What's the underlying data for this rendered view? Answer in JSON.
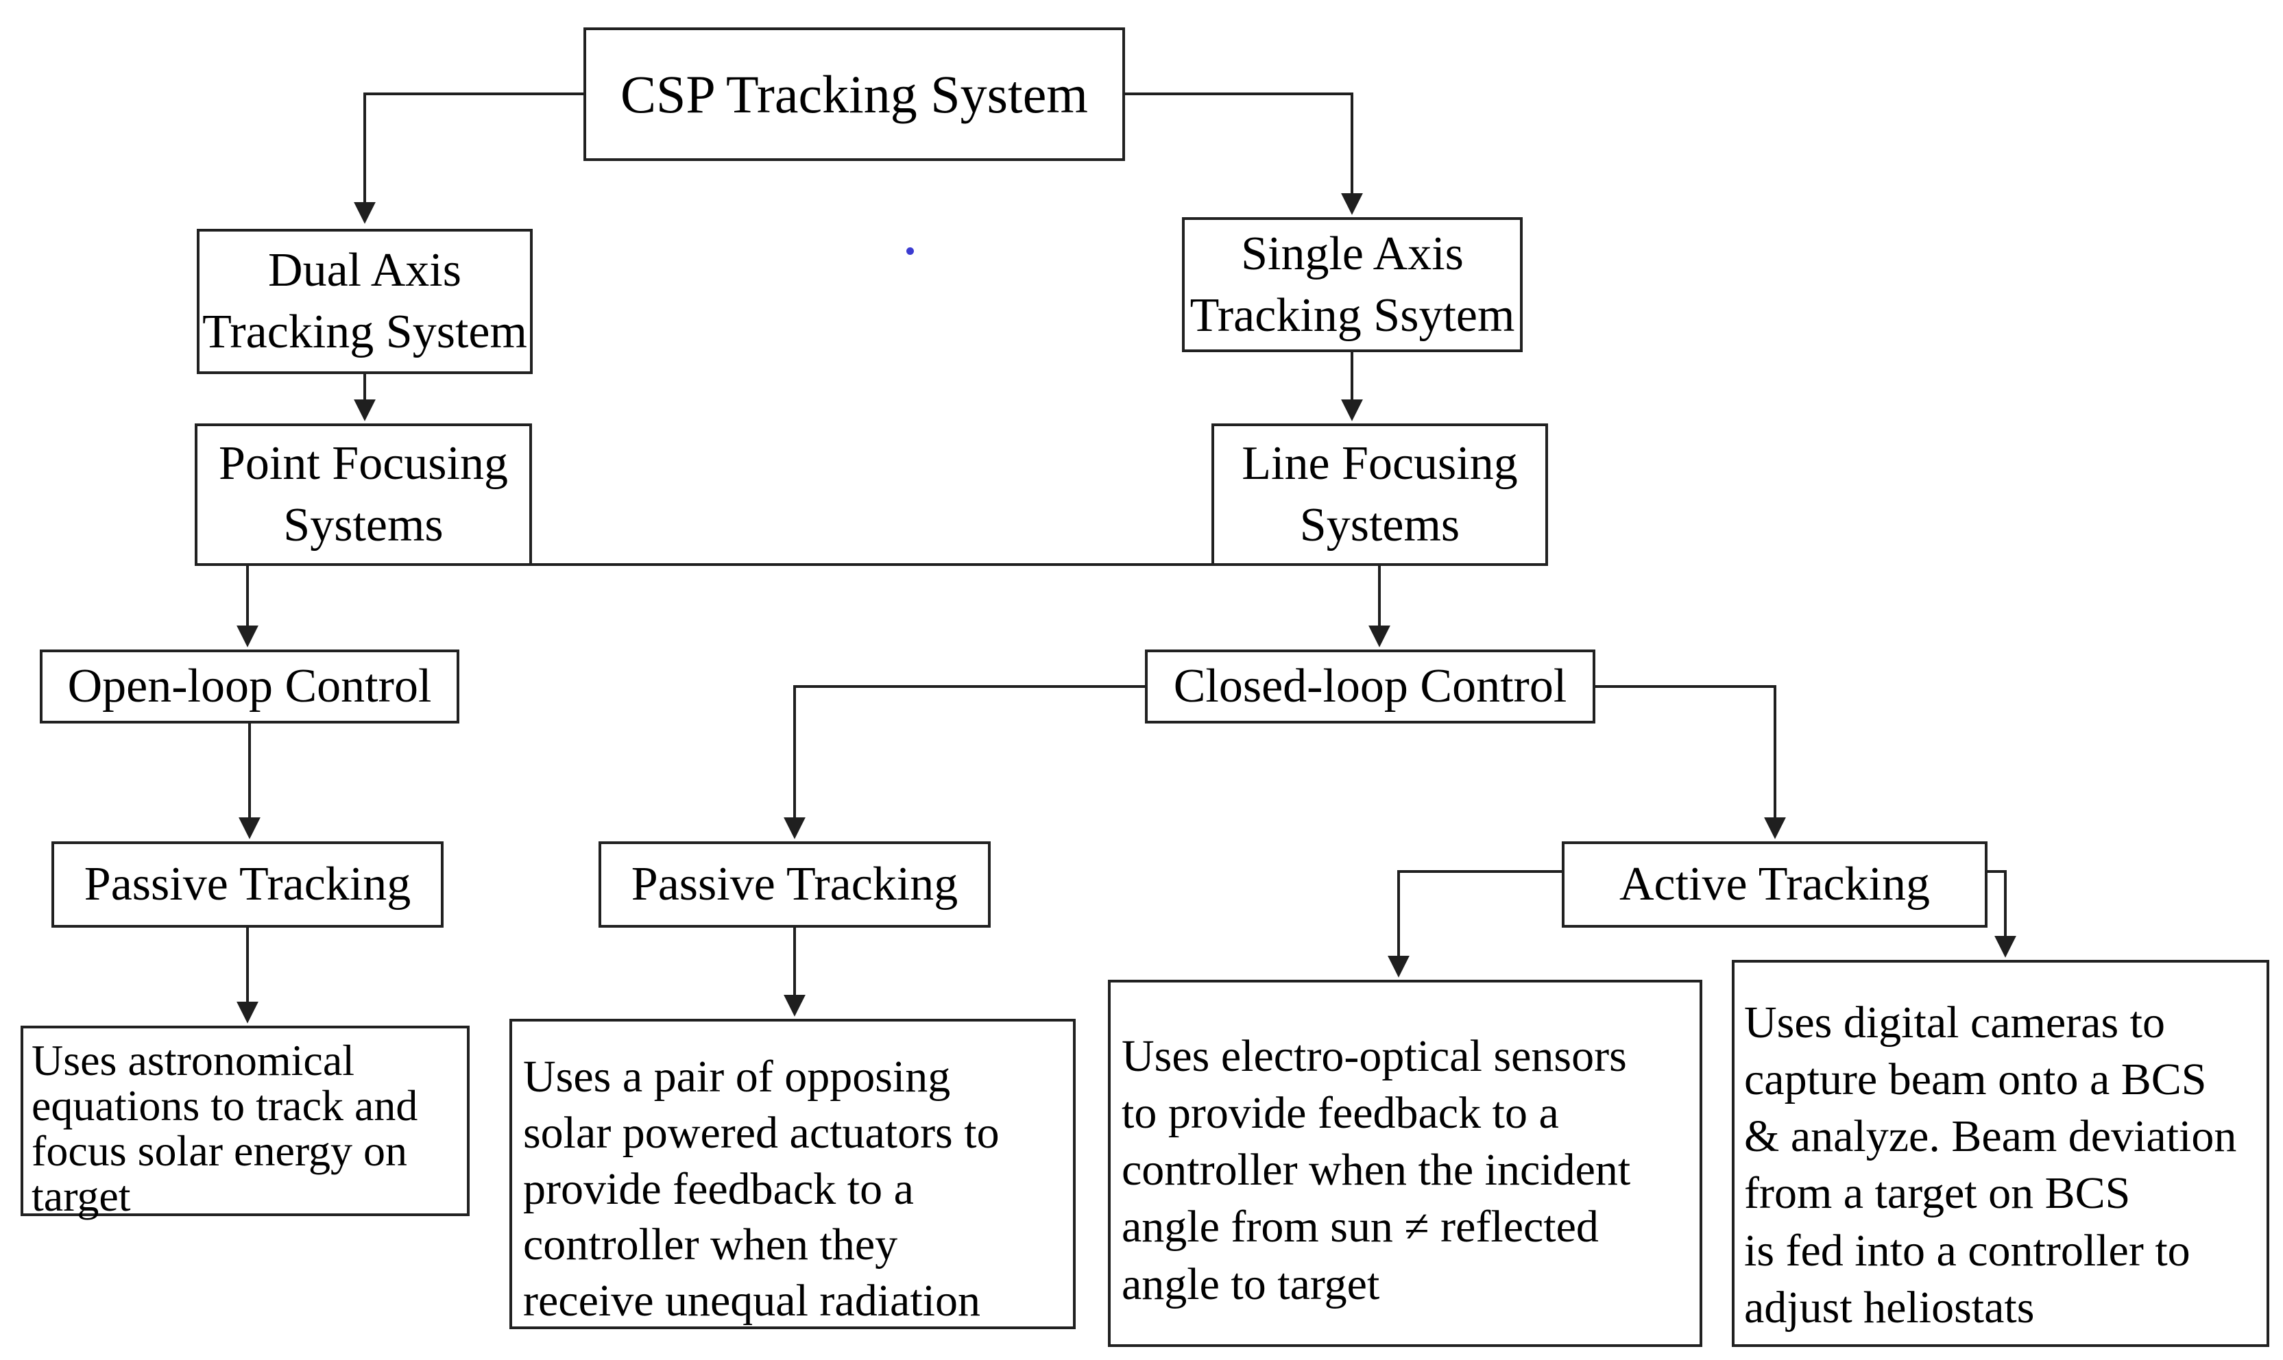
{
  "diagram": {
    "title": "CSP Tracking System flowchart",
    "colors": {
      "line": "#1f1f1f",
      "box_background": "#ffffff",
      "text": "#000000",
      "stray_dot": "#3b3bd1"
    },
    "nodes": {
      "csp": {
        "label": "CSP Tracking System"
      },
      "dual": {
        "label": "Dual Axis\nTracking System"
      },
      "single": {
        "label": "Single Axis\nTracking Ssytem"
      },
      "point": {
        "label": "Point Focusing\nSystems"
      },
      "line": {
        "label": "Line Focusing\nSystems"
      },
      "open_loop": {
        "label": "Open-loop Control"
      },
      "closed_loop": {
        "label": "Closed-loop Control"
      },
      "passive_left": {
        "label": "Passive Tracking"
      },
      "passive_mid": {
        "label": "Passive Tracking"
      },
      "active": {
        "label": "Active Tracking"
      },
      "desc_astronomical": {
        "label": "Uses astronomical\nequations to track and\nfocus solar energy on\ntarget"
      },
      "desc_actuators": {
        "label": "Uses a pair of opposing\nsolar powered actuators to\nprovide feedback to a\ncontroller when they\nreceive unequal radiation"
      },
      "desc_sensors": {
        "label": "Uses electro-optical sensors\nto provide feedback to a\ncontroller when the incident\nangle from sun ≠ reflected\nangle to target"
      },
      "desc_cameras": {
        "label": "Uses digital cameras to\ncapture beam onto a BCS\n& analyze. Beam deviation\nfrom a target on BCS\nis  fed into a controller to\nadjust heliostats"
      }
    },
    "edges": [
      "CSP Tracking System -> Dual Axis Tracking System",
      "CSP Tracking System -> Single Axis Tracking Ssytem",
      "Dual Axis Tracking System -> Point Focusing Systems",
      "Single Axis Tracking Ssytem -> Line Focusing Systems",
      "Point Focusing Systems -> Open-loop Control",
      "Line Focusing Systems -> Closed-loop Control",
      "Open-loop Control -> Passive Tracking (left)",
      "Closed-loop Control -> Passive Tracking (mid)",
      "Closed-loop Control -> Active Tracking",
      "Passive Tracking (left) -> Uses astronomical equations...",
      "Passive Tracking (mid) -> Uses a pair of opposing...",
      "Active Tracking -> Uses electro-optical sensors...",
      "Active Tracking -> Uses digital cameras..."
    ]
  }
}
